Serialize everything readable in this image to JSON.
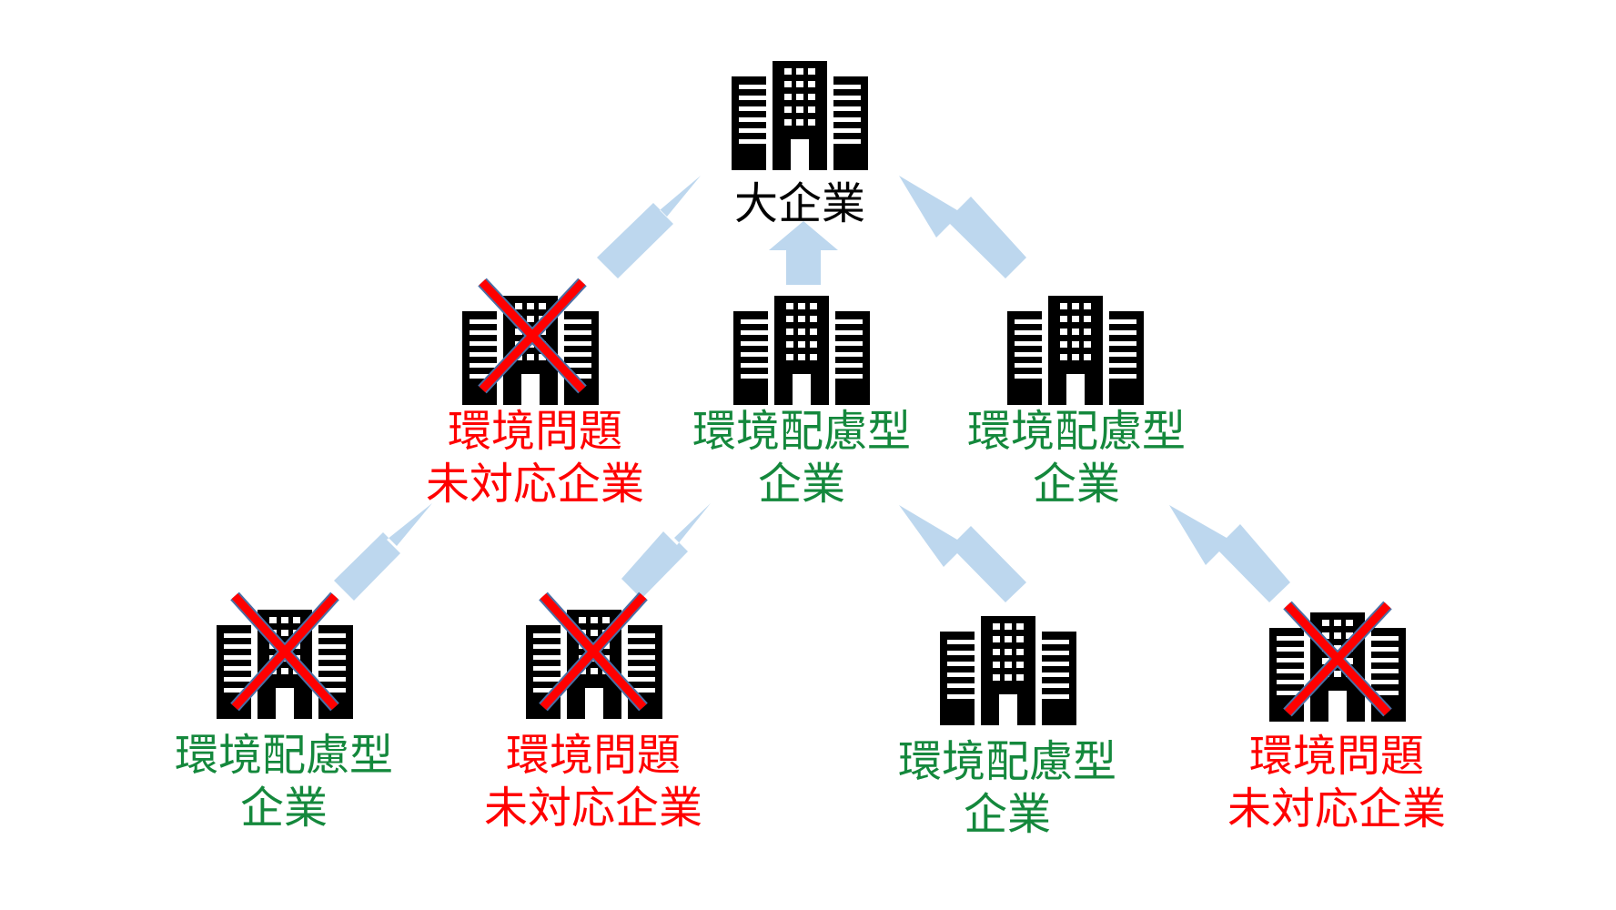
{
  "colors": {
    "arrow": "#bdd7ee",
    "building": "#000000",
    "cross": "#ff0000",
    "cross_outline": "#4a6fa5",
    "eco": "#14883c",
    "non_eco": "#ff0000",
    "top": "#000000"
  },
  "icon_name": "office-building-icon",
  "top_node": {
    "label": "大企業"
  },
  "mid_nodes": [
    {
      "line1": "環境問題",
      "line2": "未対応企業",
      "crossed": true
    },
    {
      "line1": "環境配慮型",
      "line2": "企業",
      "crossed": false
    },
    {
      "line1": "環境配慮型",
      "line2": "企業",
      "crossed": false
    }
  ],
  "bottom_nodes": [
    {
      "line1": "環境配慮型",
      "line2": "企業",
      "crossed": true
    },
    {
      "line1": "環境問題",
      "line2": "未対応企業",
      "crossed": true
    },
    {
      "line1": "環境配慮型",
      "line2": "企業",
      "crossed": false
    },
    {
      "line1": "環境問題",
      "line2": "未対応企業",
      "crossed": true
    }
  ]
}
